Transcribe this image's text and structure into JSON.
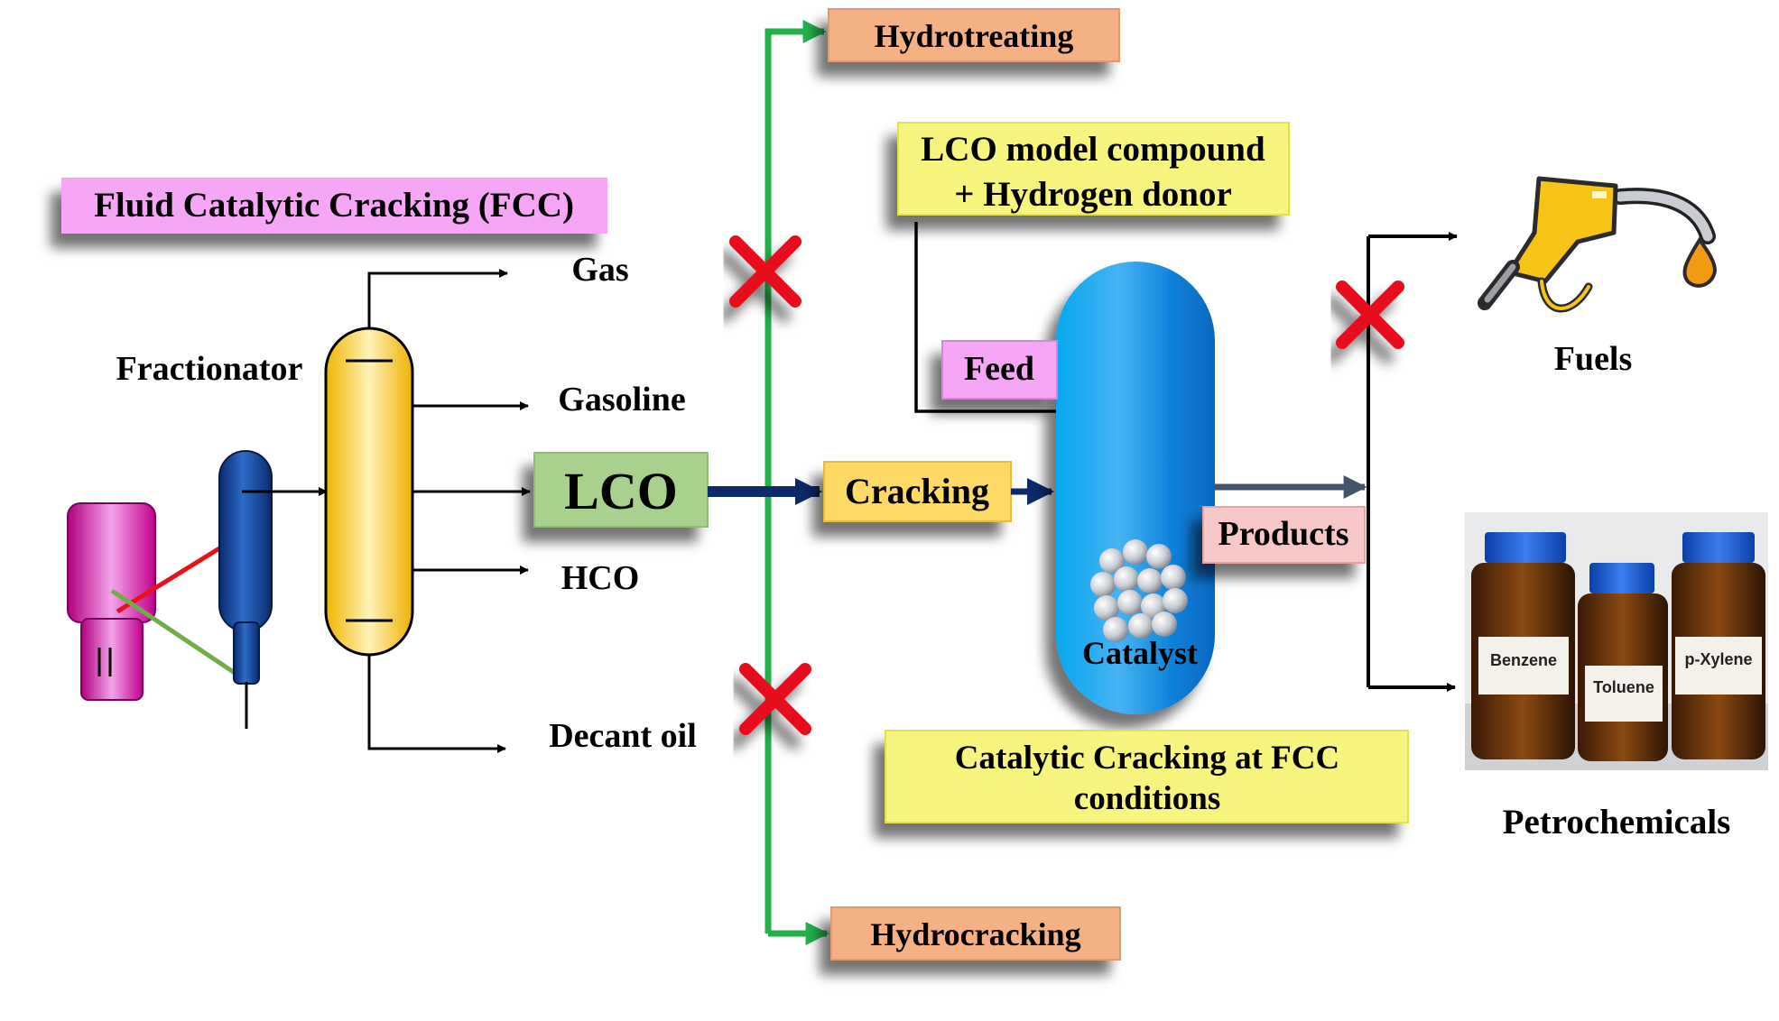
{
  "boxes": {
    "fcc": "Fluid Catalytic Cracking (FCC)",
    "hydrotreating": "Hydrotreating",
    "hydrocracking": "Hydrocracking",
    "lco": "LCO",
    "cracking": "Cracking",
    "feed": "Feed",
    "products": "Products",
    "model_line1": "LCO model compound",
    "model_line2": "+ Hydrogen donor",
    "conditions_line1": "Catalytic Cracking at FCC",
    "conditions_line2": "conditions"
  },
  "labels": {
    "fractionator": "Fractionator",
    "gas": "Gas",
    "gasoline": "Gasoline",
    "hco": "HCO",
    "decant_oil": "Decant oil",
    "catalyst": "Catalyst",
    "fuels": "Fuels",
    "petrochemicals": "Petrochemicals"
  },
  "bottles": {
    "benzene": "Benzene",
    "toluene": "Toluene",
    "xylene": "p-Xylene"
  },
  "colors": {
    "green_line": "#22b04b",
    "navy_arrow": "#0b2a6b",
    "red_cross": "#e8101a",
    "salmon_box": "#f4b183",
    "pink_box": "#f5a7f5",
    "yellow_box": "#f7f57e",
    "lco_box": "#a9d18e",
    "cracking_box": "#ffd966",
    "products_box": "#f8c7c8",
    "reactor_blue": "#0b8fe0",
    "column_yellow": "#ffc000"
  }
}
